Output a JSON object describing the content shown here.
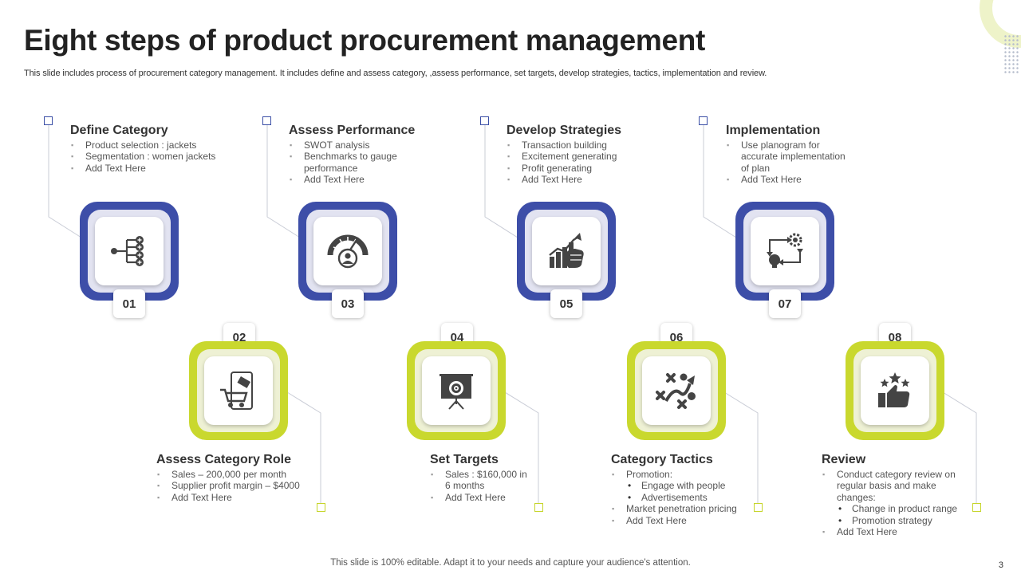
{
  "title": "Eight steps of product procurement management",
  "subtitle": "This slide includes process of procurement category management. It includes define and assess category, ,assess performance, set targets, develop strategies, tactics, implementation and review.",
  "footer": "This slide is 100% editable. Adapt it to your needs and capture your audience's attention.",
  "page_number": "3",
  "colors": {
    "blue": "#3d4ea8",
    "green": "#c9d82e",
    "text": "#333333"
  },
  "steps": [
    {
      "number": "01",
      "heading": "Define Category",
      "icon": "hierarchy-tree-icon",
      "items": [
        "Product selection : jackets",
        "Segmentation : women jackets",
        "Add Text Here"
      ]
    },
    {
      "number": "02",
      "heading": "Assess  Category Role",
      "icon": "shopping-cart-sale-tag-icon",
      "items": [
        "Sales – 200,000 per month",
        "Supplier profit margin – $4000",
        "Add Text Here"
      ]
    },
    {
      "number": "03",
      "heading": "Assess  Performance",
      "icon": "gauge-user-icon",
      "items": [
        "SWOT analysis",
        "Benchmarks to gauge performance",
        "Add Text Here"
      ]
    },
    {
      "number": "04",
      "heading": "Set Targets",
      "icon": "target-presentation-board-icon",
      "items": [
        "Sales : $160,000 in 6 months",
        "Add Text Here"
      ]
    },
    {
      "number": "05",
      "heading": "Develop Strategies",
      "icon": "growth-chart-fist-icon",
      "items": [
        "Transaction building",
        "Excitement generating",
        "Profit generating",
        "Add Text Here"
      ]
    },
    {
      "number": "06",
      "heading": "Category Tactics",
      "icon": "tactics-path-icon",
      "items": [
        "Promotion:",
        "Engage with people",
        "Advertisements",
        "Market penetration pricing",
        "Add Text Here"
      ]
    },
    {
      "number": "07",
      "heading": "Implementation",
      "icon": "process-cycle-icon",
      "items": [
        "Use planogram for accurate implementation of plan",
        "Add Text Here"
      ]
    },
    {
      "number": "08",
      "heading": "Review",
      "icon": "thumbs-up-stars-icon",
      "items": [
        "Conduct category review on regular basis and make changes:",
        "Change in product range",
        "Promotion strategy",
        "Add Text Here"
      ]
    }
  ]
}
